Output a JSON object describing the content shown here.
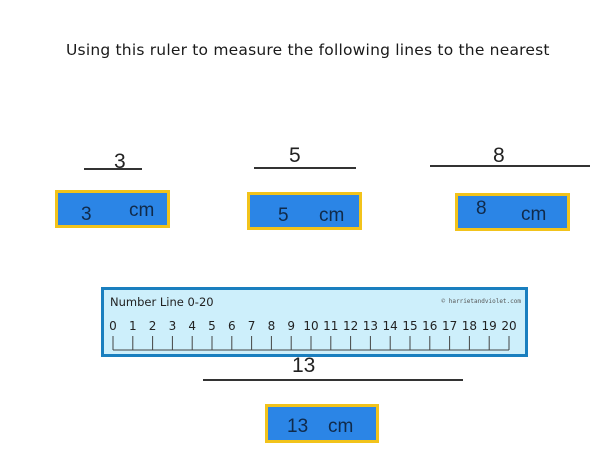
{
  "instruction": "Using this ruler to measure the following lines to the nearest",
  "lines": [
    {
      "label": "3",
      "answer": "3",
      "unit": "cm"
    },
    {
      "label": "5",
      "answer": "5",
      "unit": "cm"
    },
    {
      "label": "8",
      "answer": "8",
      "unit": "cm"
    },
    {
      "label": "13",
      "answer": "13",
      "unit": "cm"
    }
  ],
  "ruler": {
    "title": "Number Line 0-20",
    "credit": "© harrietandviolet.com",
    "tick_labels": [
      "0",
      "1",
      "2",
      "3",
      "4",
      "5",
      "6",
      "7",
      "8",
      "9",
      "10",
      "11",
      "12",
      "13",
      "14",
      "15",
      "16",
      "17",
      "18",
      "19",
      "20"
    ]
  },
  "colors": {
    "answer_fill": "#2b85e6",
    "answer_border": "#f2c31b",
    "ruler_fill": "#cdeffb",
    "ruler_border": "#1a7fbf"
  }
}
